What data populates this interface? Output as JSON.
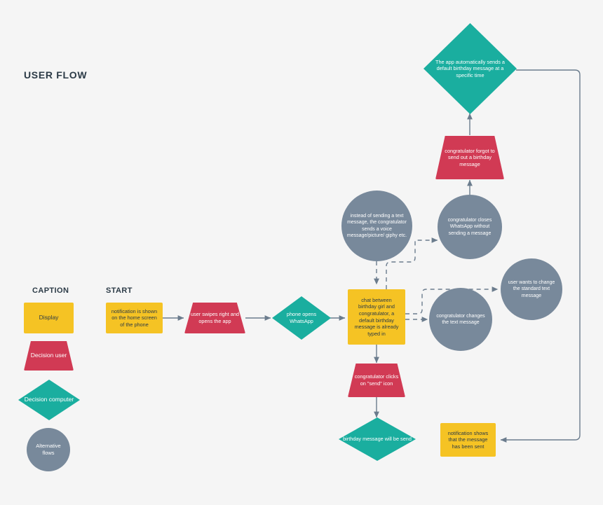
{
  "page": {
    "title": "USER FLOW",
    "background_color": "#f5f5f5"
  },
  "palette": {
    "display": "#f5c324",
    "decision_user": "#d13a54",
    "decision_computer": "#1aae9f",
    "alternative_flows": "#78899b",
    "edge": "#6b7c8d",
    "text_dark": "#2c3b47",
    "text_light": "#ffffff"
  },
  "legend": {
    "heading": "CAPTION",
    "items": [
      {
        "label": "Display",
        "shape": "rect",
        "color": "#f5c324"
      },
      {
        "label": "Decision user",
        "shape": "trapezoid",
        "color": "#d13a54"
      },
      {
        "label": "Decision computer",
        "shape": "diamond",
        "color": "#1aae9f"
      },
      {
        "label": "Alternative flows",
        "shape": "circle",
        "color": "#78899b"
      }
    ]
  },
  "start": {
    "heading": "START"
  },
  "nodes": {
    "notification_home": "notification is shown on the home screen of the phone",
    "user_swipes": "user swipes right and opens the app",
    "phone_opens_whatsapp": "phone opens WhatsApp",
    "chat_default_message": "chat between birthday girl and congratulator, a default birthday message is already typed in",
    "clicks_send": "congratulator clicks on \"send\" icon",
    "message_will_be_send": "birthday message will be send",
    "notification_sent": "notification shows that the message has been sent",
    "voice_or_picture": "instead of sending a text message, the congratulator sends a voice message/picture/ giphy etc.",
    "closes_whatsapp": "congratulator closes WhatsApp without sending a message",
    "changes_text": "congratulator changes the text message",
    "wants_to_change": "user wants to change the standard text message",
    "forgot_to_send": "congratulator forgot to send out a birthday message",
    "app_auto_sends": "The app automatically sends a default birthday message at a specific time"
  }
}
